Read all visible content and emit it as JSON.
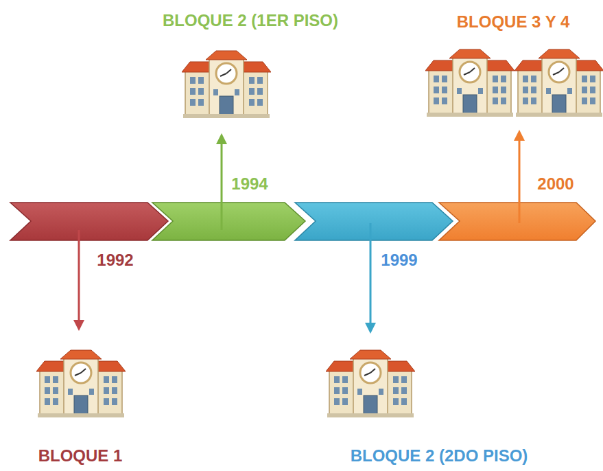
{
  "diagram": {
    "labels": [
      "BLOQUE 2 (1ER PISO)",
      "BLOQUE 3 Y 4",
      "1994",
      "2000",
      "1992",
      "1999",
      "BLOQUE 1",
      "BLOQUE 2 (2DO PISO)"
    ]
  }
}
